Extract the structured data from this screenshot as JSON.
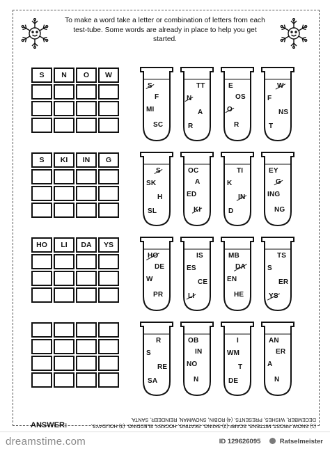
{
  "instructions": "To make a word take a letter or combination of letters from each test-tube. Some words are already in place to help you get started.",
  "grids": [
    {
      "rows": [
        [
          "S",
          "N",
          "O",
          "W"
        ],
        [
          "",
          "",
          "",
          ""
        ],
        [
          "",
          "",
          "",
          ""
        ],
        [
          "",
          "",
          "",
          ""
        ]
      ]
    },
    {
      "rows": [
        [
          "S",
          "KI",
          "IN",
          "G"
        ],
        [
          "",
          "",
          "",
          ""
        ],
        [
          "",
          "",
          "",
          ""
        ],
        [
          "",
          "",
          "",
          ""
        ]
      ]
    },
    {
      "rows": [
        [
          "HO",
          "LI",
          "DA",
          "YS"
        ],
        [
          "",
          "",
          "",
          ""
        ],
        [
          "",
          "",
          "",
          ""
        ],
        [
          "",
          "",
          "",
          ""
        ]
      ]
    },
    {
      "rows": [
        [
          "",
          "",
          "",
          ""
        ],
        [
          "",
          "",
          "",
          ""
        ],
        [
          "",
          "",
          "",
          ""
        ],
        [
          "",
          "",
          "",
          ""
        ]
      ]
    }
  ],
  "tubes": [
    [
      {
        "frags": [
          {
            "t": "S",
            "strike": true
          },
          {
            "t": "F"
          },
          {
            "t": "MI"
          },
          {
            "t": "SC"
          }
        ]
      },
      {
        "frags": [
          {
            "t": "TT"
          },
          {
            "t": "N",
            "strike": true
          },
          {
            "t": "A"
          },
          {
            "t": "R"
          }
        ]
      },
      {
        "frags": [
          {
            "t": "E"
          },
          {
            "t": "OS"
          },
          {
            "t": "O",
            "strike": true
          },
          {
            "t": "R"
          }
        ]
      },
      {
        "frags": [
          {
            "t": "W",
            "strike": true
          },
          {
            "t": "F"
          },
          {
            "t": "NS"
          },
          {
            "t": "T"
          }
        ]
      }
    ],
    [
      {
        "frags": [
          {
            "t": "S",
            "strike": true
          },
          {
            "t": "SK"
          },
          {
            "t": "H"
          },
          {
            "t": "SL"
          }
        ]
      },
      {
        "frags": [
          {
            "t": "OC"
          },
          {
            "t": "A"
          },
          {
            "t": "ED"
          },
          {
            "t": "KI",
            "strike": true
          }
        ]
      },
      {
        "frags": [
          {
            "t": "TI"
          },
          {
            "t": "K"
          },
          {
            "t": "IN",
            "strike": true
          },
          {
            "t": "D"
          }
        ]
      },
      {
        "frags": [
          {
            "t": "EY"
          },
          {
            "t": "G",
            "strike": true
          },
          {
            "t": "ING"
          },
          {
            "t": "NG"
          }
        ]
      }
    ],
    [
      {
        "frags": [
          {
            "t": "HO",
            "strike": true
          },
          {
            "t": "DE"
          },
          {
            "t": "W"
          },
          {
            "t": "PR"
          }
        ]
      },
      {
        "frags": [
          {
            "t": "IS"
          },
          {
            "t": "ES"
          },
          {
            "t": "CE"
          },
          {
            "t": "LI",
            "strike": true
          }
        ]
      },
      {
        "frags": [
          {
            "t": "MB"
          },
          {
            "t": "DA",
            "strike": true
          },
          {
            "t": "EN"
          },
          {
            "t": "HE"
          }
        ]
      },
      {
        "frags": [
          {
            "t": "TS"
          },
          {
            "t": "S"
          },
          {
            "t": "ER"
          },
          {
            "t": "YS",
            "strike": true
          }
        ]
      }
    ],
    [
      {
        "frags": [
          {
            "t": "R"
          },
          {
            "t": "S"
          },
          {
            "t": "RE"
          },
          {
            "t": "SA"
          }
        ]
      },
      {
        "frags": [
          {
            "t": "OB"
          },
          {
            "t": "IN"
          },
          {
            "t": "NO"
          },
          {
            "t": "N"
          }
        ]
      },
      {
        "frags": [
          {
            "t": "I"
          },
          {
            "t": "WM"
          },
          {
            "t": "T"
          },
          {
            "t": "DE"
          }
        ]
      },
      {
        "frags": [
          {
            "t": "AN"
          },
          {
            "t": "ER"
          },
          {
            "t": "A"
          },
          {
            "t": "N"
          }
        ]
      }
    ]
  ],
  "answer_label": "ANSWER:",
  "answer_text": "(1) SNOW, FROST, MITTENS, SCARF (2) SKIING, SKATING, HOCKEY, SLEDDING. (3) HOLIDAYS, DECEMBER, WISHES, PRESENTS. (4) ROBIN, SNOWMAN, REINDEER, SANTA.",
  "footer": {
    "brand": "dreamstime.com",
    "id_text": "ID 129626095",
    "author": "Ratselmeister"
  },
  "icons": {
    "flake_left": "snowflake-smiley-icon",
    "flake_right": "snowflake-smiley-icon",
    "author": "user-icon"
  }
}
